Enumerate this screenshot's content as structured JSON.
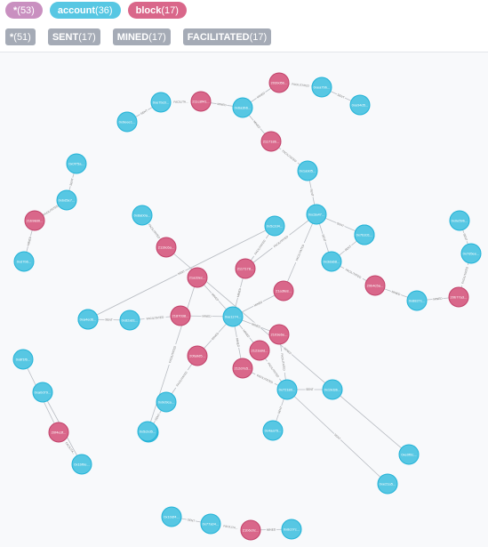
{
  "colors": {
    "all": "#c990c0",
    "account": "#57c7e3",
    "block": "#d9678a",
    "rel": "#a5abb6",
    "node_stroke_account": "#23b3d7",
    "node_stroke_block": "#c2426a"
  },
  "node_labels": [
    {
      "label": "*",
      "count": "(53)"
    },
    {
      "label": "account",
      "count": "(36)"
    },
    {
      "label": "block",
      "count": "(17)"
    }
  ],
  "rel_types": [
    {
      "label": "*",
      "count": "(51)"
    },
    {
      "label": "SENT",
      "count": "(17)"
    },
    {
      "label": "MINED",
      "count": "(17)"
    },
    {
      "label": "FACILITATED",
      "count": "(17)"
    }
  ],
  "graph": {
    "nodes": [
      {
        "id": "a1",
        "type": "account",
        "label": "0x9eee1..."
      },
      {
        "id": "a2",
        "type": "account",
        "label": "0xe7bc0..."
      },
      {
        "id": "b1",
        "type": "block",
        "label": "211c8f41..."
      },
      {
        "id": "a3",
        "type": "account",
        "label": "0x6a3b6..."
      },
      {
        "id": "b2",
        "type": "block",
        "label": "2039d5b..."
      },
      {
        "id": "a4",
        "type": "account",
        "label": "0xea79b..."
      },
      {
        "id": "a5",
        "type": "account",
        "label": "0xe94d5..."
      },
      {
        "id": "b3",
        "type": "block",
        "label": "211718b..."
      },
      {
        "id": "a6",
        "type": "account",
        "label": "0x1a9d5..."
      },
      {
        "id": "a7",
        "type": "account",
        "label": "0xc3a47..."
      },
      {
        "id": "a8",
        "type": "account",
        "label": "0x8ab0a..."
      },
      {
        "id": "b4",
        "type": "block",
        "label": "2119c6a..."
      },
      {
        "id": "a9",
        "type": "account",
        "label": "0xe0f0c..."
      },
      {
        "id": "a10",
        "type": "account",
        "label": "0x0f75a..."
      },
      {
        "id": "a11",
        "type": "account",
        "label": "0xbd5e7..."
      },
      {
        "id": "b5",
        "type": "block",
        "label": "21b98d0..."
      },
      {
        "id": "a12",
        "type": "account",
        "label": "0xd7b6..."
      },
      {
        "id": "a13",
        "type": "account",
        "label": "0x2ae01..."
      },
      {
        "id": "a14",
        "type": "account",
        "label": "0x82a61..."
      },
      {
        "id": "b6",
        "type": "block",
        "label": "2187038..."
      },
      {
        "id": "b7",
        "type": "block",
        "label": "2117178..."
      },
      {
        "id": "b8",
        "type": "block",
        "label": "21a3fe8..."
      },
      {
        "id": "a15",
        "type": "account",
        "label": "0xe1174..."
      },
      {
        "id": "a16",
        "type": "account",
        "label": "0x37a0a..."
      },
      {
        "id": "b9",
        "type": "block",
        "label": "20fa9d5..."
      },
      {
        "id": "a17",
        "type": "account",
        "label": "0x3da68..."
      },
      {
        "id": "a18",
        "type": "account",
        "label": "0x7b2d1..."
      },
      {
        "id": "a19",
        "type": "account",
        "label": "0x8827c..."
      },
      {
        "id": "a20",
        "type": "account",
        "label": "0x7d5ee..."
      },
      {
        "id": "b10",
        "type": "block",
        "label": "2103e6e..."
      },
      {
        "id": "a21",
        "type": "account",
        "label": "0x0e59b..."
      },
      {
        "id": "b11",
        "type": "block",
        "label": "2123a9d..."
      },
      {
        "id": "b12",
        "type": "block",
        "label": "212d7e5..."
      },
      {
        "id": "b13",
        "type": "block",
        "label": "21a33ec..."
      },
      {
        "id": "a22",
        "type": "account",
        "label": "0x5c2d4..."
      },
      {
        "id": "a23",
        "type": "account",
        "label": "0xa4ed6..."
      },
      {
        "id": "a24",
        "type": "account",
        "label": "0x72180..."
      },
      {
        "id": "a25",
        "type": "account",
        "label": "0x19d3b..."
      },
      {
        "id": "a26",
        "type": "account",
        "label": "0xe21a5..."
      },
      {
        "id": "a27",
        "type": "account",
        "label": "0x4aa76..."
      },
      {
        "id": "a28",
        "type": "account",
        "label": "0x8f1f6..."
      },
      {
        "id": "b14",
        "type": "block",
        "label": "20b4c5a..."
      },
      {
        "id": "a29",
        "type": "account",
        "label": "0x1bf0e..."
      },
      {
        "id": "a30",
        "type": "account",
        "label": "0xa0d79..."
      },
      {
        "id": "b15",
        "type": "block",
        "label": "20b77a3..."
      },
      {
        "id": "a31",
        "type": "account",
        "label": "0x10df4..."
      },
      {
        "id": "a32",
        "type": "account",
        "label": "0x77a04..."
      },
      {
        "id": "a33",
        "type": "account",
        "label": "0x8c07c..."
      },
      {
        "id": "a34",
        "type": "account",
        "label": "0x9d9ca..."
      },
      {
        "id": "b16",
        "type": "block",
        "label": "20f4e3f..."
      },
      {
        "id": "a35",
        "type": "account",
        "label": "0xcaa7b..."
      },
      {
        "id": "b17",
        "type": "block",
        "label": "21b6c0c..."
      },
      {
        "id": "a36",
        "type": "account",
        "label": "0x5cbd5..."
      }
    ],
    "edges": [
      {
        "from": "a1",
        "to": "a2",
        "label": "SENT"
      },
      {
        "from": "a2",
        "to": "b1",
        "label": "FACILITA..."
      },
      {
        "from": "b1",
        "to": "a3",
        "label": "MINED"
      },
      {
        "from": "a3",
        "to": "b2",
        "label": "MINED"
      },
      {
        "from": "b2",
        "to": "a4",
        "label": "FACILITATED"
      },
      {
        "from": "a4",
        "to": "a5",
        "label": "SENT"
      },
      {
        "from": "a3",
        "to": "b3",
        "label": "MINED"
      },
      {
        "from": "b3",
        "to": "a6",
        "label": "FACILITATED"
      },
      {
        "from": "a6",
        "to": "a7",
        "label": "SENT"
      },
      {
        "from": "a8",
        "to": "b4",
        "label": "FACILITATED"
      },
      {
        "from": "b4",
        "to": "a9",
        "label": "MINED"
      },
      {
        "from": "a10",
        "to": "a11",
        "label": "SENT"
      },
      {
        "from": "a11",
        "to": "b5",
        "label": "FACILITATED"
      },
      {
        "from": "b5",
        "to": "a12",
        "label": "MINED"
      },
      {
        "from": "a13",
        "to": "a14",
        "label": "SENT"
      },
      {
        "from": "a14",
        "to": "b6",
        "label": "FACILITATED"
      },
      {
        "from": "b6",
        "to": "a15",
        "label": "MINED"
      },
      {
        "from": "a15",
        "to": "b7",
        "label": "MINED"
      },
      {
        "from": "a15",
        "to": "b8",
        "label": "MINED"
      },
      {
        "from": "a15",
        "to": "b9",
        "label": "MINED"
      },
      {
        "from": "a15",
        "to": "b10",
        "label": "MINED"
      },
      {
        "from": "a15",
        "to": "b11",
        "label": "MINED"
      },
      {
        "from": "a15",
        "to": "b12",
        "label": "MINED"
      },
      {
        "from": "a15",
        "to": "b13",
        "label": "MINED"
      },
      {
        "from": "b7",
        "to": "a7",
        "label": "FACILITATED"
      },
      {
        "from": "a7",
        "to": "a16",
        "label": "SENT"
      },
      {
        "from": "a7",
        "to": "a17",
        "label": "SENT"
      },
      {
        "from": "b8",
        "to": "a7",
        "label": "FACILITATED"
      },
      {
        "from": "a17",
        "to": "a18",
        "label": "SENT"
      },
      {
        "from": "a17",
        "to": "b14",
        "label": "FACILITATED"
      },
      {
        "from": "b14",
        "to": "a19",
        "label": "MINED"
      },
      {
        "from": "a19",
        "to": "b15",
        "label": "MINED"
      },
      {
        "from": "b15",
        "to": "a20",
        "label": "FACILITATED"
      },
      {
        "from": "a20",
        "to": "a21",
        "label": "SENT"
      },
      {
        "from": "b7",
        "to": "a22",
        "label": "FACILITATED"
      },
      {
        "from": "a22",
        "to": "a23",
        "label": "SENT"
      },
      {
        "from": "b12",
        "to": "a24",
        "label": "FACILITATED"
      },
      {
        "from": "a24",
        "to": "a25",
        "label": "SENT"
      },
      {
        "from": "a24",
        "to": "a26",
        "label": "SENT"
      },
      {
        "from": "a24",
        "to": "a27",
        "label": "SENT"
      },
      {
        "from": "a28",
        "to": "b16",
        "label": "MINED"
      },
      {
        "from": "b16",
        "to": "a29",
        "label": "FACILITA..."
      },
      {
        "from": "a29",
        "to": "a30",
        "label": "SENT"
      },
      {
        "from": "a31",
        "to": "a32",
        "label": "SENT"
      },
      {
        "from": "a32",
        "to": "b17",
        "label": "FACILITA..."
      },
      {
        "from": "b17",
        "to": "a33",
        "label": "MINED"
      },
      {
        "from": "a34",
        "to": "a35",
        "label": "SENT"
      },
      {
        "from": "b9",
        "to": "a34",
        "label": "FACILITATED"
      },
      {
        "from": "b10",
        "to": "a24",
        "label": "FACILITATED"
      },
      {
        "from": "b11",
        "to": "a24",
        "label": "FACILITATED"
      },
      {
        "from": "b13",
        "to": "a36",
        "label": "FACILITATED"
      }
    ]
  }
}
